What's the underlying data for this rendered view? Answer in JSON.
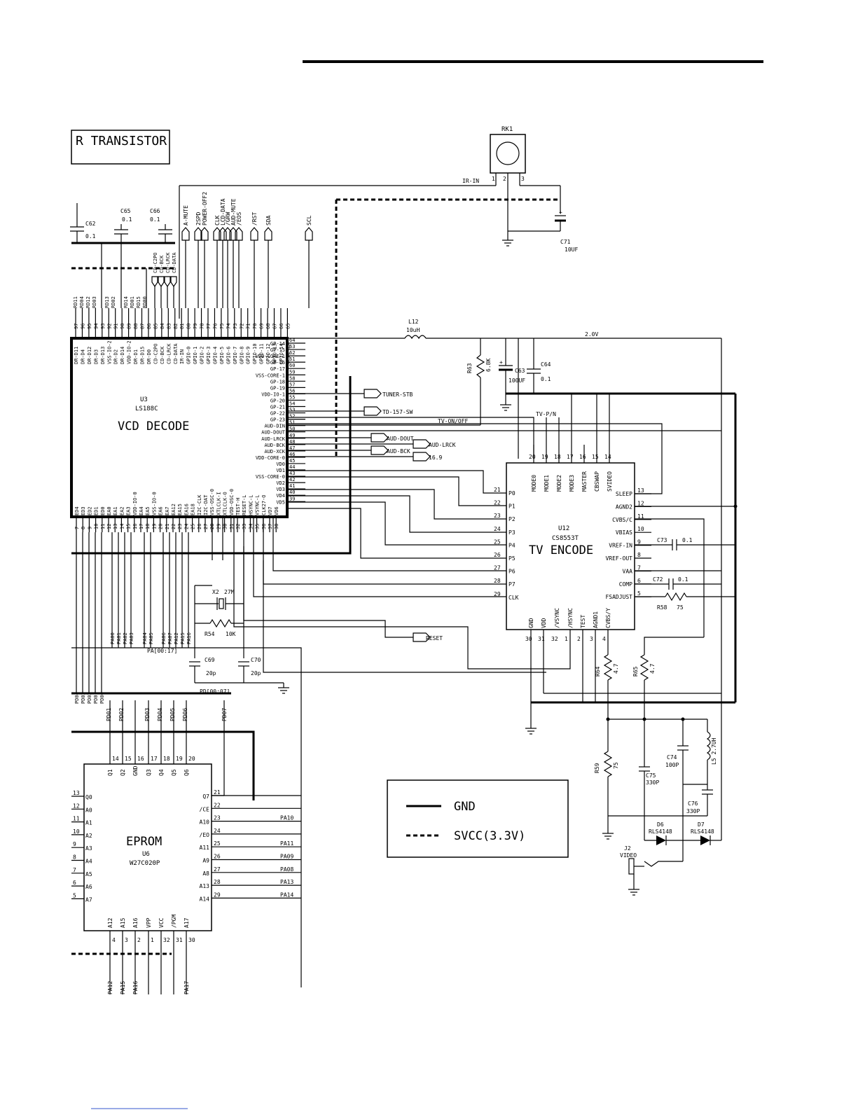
{
  "banner": {
    "text": "R TRANSISTOR"
  },
  "u3": {
    "ref": "U3",
    "part": "LS188C",
    "title": "VCD DECODE"
  },
  "u12": {
    "ref": "U12",
    "part": "CS8553T",
    "title": "TV ENCODE"
  },
  "u6": {
    "ref": "U6",
    "part": "W27C020P",
    "title": "EPROM"
  },
  "rk1": {
    "ref": "RK1",
    "net": "IR-IN",
    "pins": [
      "1",
      "2",
      "3"
    ]
  },
  "c71": {
    "ref": "C71",
    "value": "10UF"
  },
  "c62": {
    "ref": "C62",
    "value": "0.1"
  },
  "c65": {
    "ref": "C65",
    "value": "0.1"
  },
  "c66": {
    "ref": "C66",
    "value": "0.1"
  },
  "l12": {
    "ref": "L12",
    "value": "10uH"
  },
  "r63": {
    "ref": "R63",
    "value": "6.8K"
  },
  "c63": {
    "ref": "C63",
    "value": "100UF"
  },
  "c64": {
    "ref": "C64",
    "value": "0.1"
  },
  "rail": {
    "label": "2.0V"
  },
  "x2": {
    "ref": "X2",
    "value": "27M"
  },
  "r54": {
    "ref": "R54",
    "value": "10K"
  },
  "c69": {
    "ref": "C69",
    "value": "20p"
  },
  "c70": {
    "ref": "C70",
    "value": "20p"
  },
  "c73": {
    "ref": "C73",
    "value": "0.1"
  },
  "c72": {
    "ref": "C72",
    "value": "0.1"
  },
  "r58": {
    "ref": "R58",
    "value": "75"
  },
  "r64": {
    "ref": "R64",
    "value": "4.7"
  },
  "r65": {
    "ref": "R65",
    "value": "4.7"
  },
  "r59": {
    "ref": "R59",
    "value": "75"
  },
  "c74": {
    "ref": "C74",
    "value": "100P"
  },
  "c75": {
    "ref": "C75",
    "value": "330P"
  },
  "c76": {
    "ref": "C76",
    "value": "330P"
  },
  "l5": {
    "ref": "L5",
    "value": "2.7UH"
  },
  "d6": {
    "ref": "D6",
    "part": "RLS4148"
  },
  "d7": {
    "ref": "D7",
    "part": "RLS4148"
  },
  "j2": {
    "ref": "J2",
    "net": "VIDEO"
  },
  "nets": {
    "tuner_stb": "TUNER-STB",
    "td157": "TD-157-SW",
    "aud_dout": "AUD-DOUT",
    "aud_lrck": "AUD-LRCK",
    "aud_bck": "AUD-BCK",
    "xck": "16.9",
    "tv_onoff": "TV-ON/OFF",
    "tv_pn": "TV-P/N",
    "reset": "RESET",
    "pa_bus": "PA[00:17]",
    "pd_bus": "PD[00:07]"
  },
  "top_ports": [
    "A-MUTE",
    "2SPD",
    "POWER-OFF2",
    "CLK",
    "LCD-DATA",
    "/GRW",
    "AUD-MUTE",
    "/EOS",
    "/RST",
    "SDA",
    "SCL"
  ],
  "u3_top_pins": [
    {
      "label": "DR-D11",
      "num": "97"
    },
    {
      "label": "DR-D4",
      "num": "96"
    },
    {
      "label": "DR-D12",
      "num": "95"
    },
    {
      "label": "DR-D3",
      "num": "94"
    },
    {
      "label": "DR-D13",
      "num": "93"
    },
    {
      "label": "VSS-IO-2",
      "num": "92"
    },
    {
      "label": "DR-D2",
      "num": "91"
    },
    {
      "label": "DR-D14",
      "num": "90"
    },
    {
      "label": "VDD-IO-2",
      "num": "89"
    },
    {
      "label": "DR-D1",
      "num": "88"
    },
    {
      "label": "DR-D15",
      "num": "87"
    },
    {
      "label": "DR-D0",
      "num": "86"
    },
    {
      "label": "CD-C2PO",
      "num": "85"
    },
    {
      "label": "CD-BCK",
      "num": "84"
    },
    {
      "label": "CD-LRCK",
      "num": "83"
    },
    {
      "label": "CD-DATA",
      "num": "82"
    },
    {
      "label": "IR-IN",
      "num": "81"
    },
    {
      "label": "GPIO-0",
      "num": "80"
    },
    {
      "label": "GPIO-1",
      "num": "79"
    },
    {
      "label": "GPIO-2",
      "num": "78"
    },
    {
      "label": "GPIO-3",
      "num": "77"
    },
    {
      "label": "GPIO-4",
      "num": "76"
    },
    {
      "label": "GPIO-5",
      "num": "75"
    },
    {
      "label": "GPIO-6",
      "num": "74"
    },
    {
      "label": "GPIO-7",
      "num": "73"
    },
    {
      "label": "GPIO-8",
      "num": "72"
    },
    {
      "label": "GPIO-9",
      "num": "71"
    },
    {
      "label": "GPIO-10",
      "num": "70"
    },
    {
      "label": "GPIO-11",
      "num": "69"
    },
    {
      "label": "GPIO-12",
      "num": "68"
    },
    {
      "label": "GPIO-13",
      "num": "67"
    },
    {
      "label": "GPIO-14",
      "num": "66"
    },
    {
      "label": "GPIO-15",
      "num": "65"
    }
  ],
  "u3_right_pins": [
    {
      "label": "GP-14",
      "num": "64"
    },
    {
      "label": "GP-15",
      "num": "63"
    },
    {
      "label": "VDD-CORE-1",
      "num": "62"
    },
    {
      "label": "GP-16",
      "num": "61"
    },
    {
      "label": "GP-17",
      "num": "60"
    },
    {
      "label": "VSS-CORE-1",
      "num": "59"
    },
    {
      "label": "GP-18",
      "num": "58"
    },
    {
      "label": "GP-19",
      "num": "57"
    },
    {
      "label": "VDD-IO-1",
      "num": "56"
    },
    {
      "label": "GP-20",
      "num": "55"
    },
    {
      "label": "GP-21",
      "num": "54"
    },
    {
      "label": "GP-22",
      "num": "53"
    },
    {
      "label": "GP-23",
      "num": "52"
    },
    {
      "label": "AUD-DIN",
      "num": "51"
    },
    {
      "label": "AUD-DOUT",
      "num": "50"
    },
    {
      "label": "AUD-LRCK",
      "num": "49"
    },
    {
      "label": "AUD-BCK",
      "num": "48"
    },
    {
      "label": "AUD-XCK",
      "num": "47"
    },
    {
      "label": "VDD-CORE-0",
      "num": "46"
    },
    {
      "label": "VD0",
      "num": "45"
    },
    {
      "label": "VD1",
      "num": "44"
    },
    {
      "label": "VSS-CORE-0",
      "num": "43"
    },
    {
      "label": "VD2",
      "num": "42"
    },
    {
      "label": "VD3",
      "num": "41"
    },
    {
      "label": "VD4",
      "num": "40"
    },
    {
      "label": "VD5",
      "num": "39"
    }
  ],
  "u3_bottom_pins": [
    {
      "label": "ED4",
      "num": "7"
    },
    {
      "label": "ED3",
      "num": "8"
    },
    {
      "label": "ED2",
      "num": "9"
    },
    {
      "label": "ED1",
      "num": "10"
    },
    {
      "label": "ED0",
      "num": "11"
    },
    {
      "label": "EA0",
      "num": "12"
    },
    {
      "label": "EA1",
      "num": "13"
    },
    {
      "label": "EA2",
      "num": "14"
    },
    {
      "label": "EA3",
      "num": "15"
    },
    {
      "label": "VDD-IO-0",
      "num": "16"
    },
    {
      "label": "EA4",
      "num": "17"
    },
    {
      "label": "EA5",
      "num": "18"
    },
    {
      "label": "VSS-IO-0",
      "num": "19"
    },
    {
      "label": "EA6",
      "num": "20"
    },
    {
      "label": "EA7",
      "num": "21"
    },
    {
      "label": "EA12",
      "num": "22"
    },
    {
      "label": "EA15",
      "num": "23"
    },
    {
      "label": "EA16",
      "num": "24"
    },
    {
      "label": "EA18",
      "num": "25"
    },
    {
      "label": "I2C-CLK",
      "num": "26"
    },
    {
      "label": "I2C-DAT",
      "num": "27"
    },
    {
      "label": "VSS-OSC-0",
      "num": "28"
    },
    {
      "label": "XTLCLK-I",
      "num": "29"
    },
    {
      "label": "XTLCLK-O",
      "num": "30"
    },
    {
      "label": "VDD-OSC-0",
      "num": "31"
    },
    {
      "label": "TEST-H",
      "num": "32"
    },
    {
      "label": "RESET-L",
      "num": "33"
    },
    {
      "label": "HSYNC-L",
      "num": "34"
    },
    {
      "label": "VSYNC-L",
      "num": "35"
    },
    {
      "label": "CLK27-O",
      "num": "36"
    },
    {
      "label": "VD7",
      "num": "37"
    },
    {
      "label": "VD6",
      "num": "38"
    }
  ],
  "u12_top_pins": [
    {
      "label": "MODE0",
      "num": "20"
    },
    {
      "label": "MODE1",
      "num": "19"
    },
    {
      "label": "MODE2",
      "num": "18"
    },
    {
      "label": "MODE3",
      "num": "17"
    },
    {
      "label": "MASTER",
      "num": "16"
    },
    {
      "label": "CBSWAP",
      "num": "15"
    },
    {
      "label": "SVIDEO",
      "num": "14"
    }
  ],
  "u12_left_pins": [
    {
      "label": "P0",
      "num": "21"
    },
    {
      "label": "P1",
      "num": "22"
    },
    {
      "label": "P2",
      "num": "23"
    },
    {
      "label": "P3",
      "num": "24"
    },
    {
      "label": "P4",
      "num": "25"
    },
    {
      "label": "P5",
      "num": "26"
    },
    {
      "label": "P6",
      "num": "27"
    },
    {
      "label": "P7",
      "num": "28"
    },
    {
      "label": "CLK",
      "num": "29"
    }
  ],
  "u12_right_pins": [
    {
      "label": "SLEEP",
      "num": "13"
    },
    {
      "label": "AGND2",
      "num": "12"
    },
    {
      "label": "CVBS/C",
      "num": "11"
    },
    {
      "label": "VBIAS",
      "num": "10"
    },
    {
      "label": "VREF-IN",
      "num": "9"
    },
    {
      "label": "VREF-OUT",
      "num": "8"
    },
    {
      "label": "VAA",
      "num": "7"
    },
    {
      "label": "COMP",
      "num": "6"
    },
    {
      "label": "FSADJUST",
      "num": "5"
    }
  ],
  "u12_bottom_pins": [
    {
      "label": "GND",
      "num": "30"
    },
    {
      "label": "VDD",
      "num": "31"
    },
    {
      "label": "/VSYNC",
      "num": "32"
    },
    {
      "label": "/HSYNC",
      "num": "1"
    },
    {
      "label": "TEST",
      "num": "2"
    },
    {
      "label": "AGND1",
      "num": "3"
    },
    {
      "label": "CVBS/Y",
      "num": "4"
    }
  ],
  "u6_left_pins": [
    {
      "label": "Q0",
      "num": "13"
    },
    {
      "label": "A0",
      "num": "12"
    },
    {
      "label": "A1",
      "num": "11"
    },
    {
      "label": "A2",
      "num": "10"
    },
    {
      "label": "A3",
      "num": "9"
    },
    {
      "label": "A4",
      "num": "8"
    },
    {
      "label": "A5",
      "num": "7"
    },
    {
      "label": "A6",
      "num": "6"
    },
    {
      "label": "A7",
      "num": "5"
    }
  ],
  "u6_top_pins": [
    {
      "label": "Q1",
      "num": "14"
    },
    {
      "label": "Q2",
      "num": "15"
    },
    {
      "label": "GND",
      "num": "16"
    },
    {
      "label": "Q3",
      "num": "17"
    },
    {
      "label": "Q4",
      "num": "18"
    },
    {
      "label": "Q5",
      "num": "19"
    },
    {
      "label": "Q6",
      "num": "20"
    }
  ],
  "u6_right_pins": [
    {
      "label": "Q7",
      "num": "21",
      "net": ""
    },
    {
      "label": "/CE",
      "num": "22",
      "net": ""
    },
    {
      "label": "A10",
      "num": "23",
      "net": "PA10"
    },
    {
      "label": "/EO",
      "num": "24",
      "net": ""
    },
    {
      "label": "A11",
      "num": "25",
      "net": "PA11"
    },
    {
      "label": "A9",
      "num": "26",
      "net": "PA09"
    },
    {
      "label": "A8",
      "num": "27",
      "net": "PA08"
    },
    {
      "label": "A13",
      "num": "28",
      "net": "PA13"
    },
    {
      "label": "A14",
      "num": "29",
      "net": "PA14"
    }
  ],
  "u6_bottom_pins": [
    {
      "label": "A12",
      "num": "4"
    },
    {
      "label": "A15",
      "num": "3"
    },
    {
      "label": "A16",
      "num": "2"
    },
    {
      "label": "VPP",
      "num": "1"
    },
    {
      "label": "VCC",
      "num": "32"
    },
    {
      "label": "/PGM",
      "num": "31"
    },
    {
      "label": "A17",
      "num": "30"
    }
  ],
  "pd_labels": [
    "PD04",
    "PD03",
    "PD02",
    "PD01",
    "PD00"
  ],
  "pd_top_labels": [
    "PD01",
    "PD02",
    "PD03",
    "PD04",
    "PD05",
    "PD06",
    "PD07"
  ],
  "pa_labels": [
    "PA00",
    "PA01",
    "PA02",
    "PA03",
    "PA04",
    "PA05",
    "PA06",
    "PA07",
    "PA12",
    "PA15",
    "PA16"
  ],
  "eprom_bottom_nets": [
    "PA12",
    "PA15",
    "PA16",
    "PA17"
  ],
  "rd_labels": [
    "RD11",
    "RD04",
    "RD12",
    "RD03",
    "RD13",
    "RD02",
    "RD14",
    "RD01",
    "RD15",
    "RD00"
  ],
  "cd_labels": [
    "CD-C2PO",
    "CD-BCK",
    "CD-LRCK",
    "CD-DATA"
  ],
  "legend": {
    "gnd": "GND",
    "svcc": "SVCC(3.3V)"
  }
}
